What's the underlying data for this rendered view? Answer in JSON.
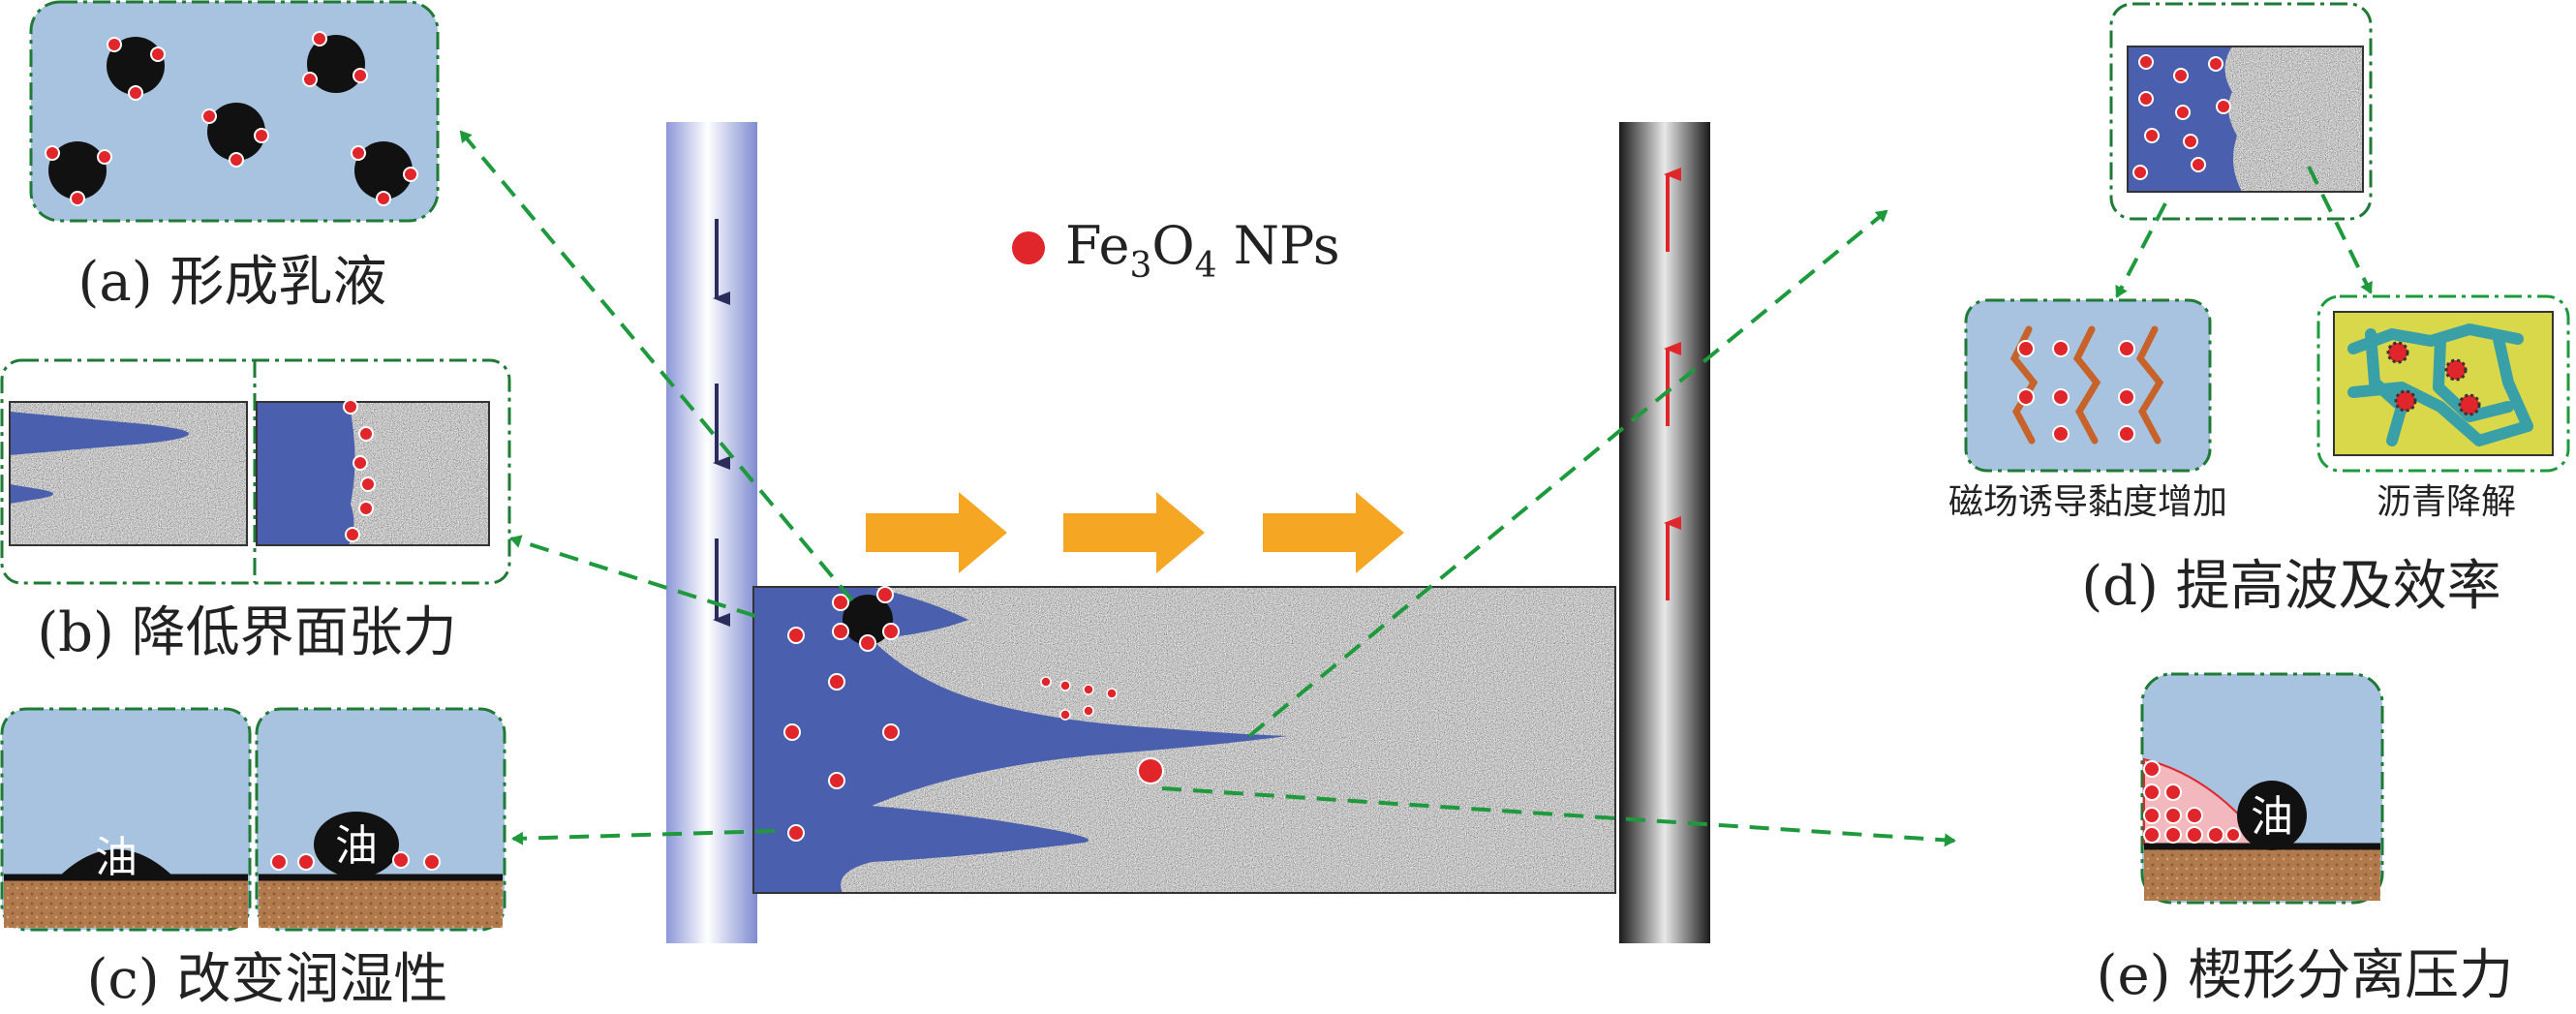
{
  "legend": {
    "label_prefix": "Fe",
    "sub1": "3",
    "mid": "O",
    "sub2": "4",
    "suffix": " NPs"
  },
  "panels": {
    "a": {
      "caption": "(a) 形成乳液"
    },
    "b": {
      "caption": "(b) 降低界面张力"
    },
    "c": {
      "caption": "(c) 改变润湿性",
      "oil_label": "油"
    },
    "d": {
      "caption": "(d) 提高波及效率",
      "sub1": "磁场诱导黏度增加",
      "sub2": "沥青降解"
    },
    "e": {
      "caption": "(e) 楔形分离压力",
      "oil_label": "油"
    }
  },
  "colors": {
    "water_blue": "#4a5fae",
    "panel_bg": "#a7c3e0",
    "np_red": "#e0252b",
    "arrow_green": "#1e9a3c",
    "flow_orange": "#f5a623",
    "sand": "#b07a4c",
    "asphalt_yellow": "#d8d84a"
  }
}
